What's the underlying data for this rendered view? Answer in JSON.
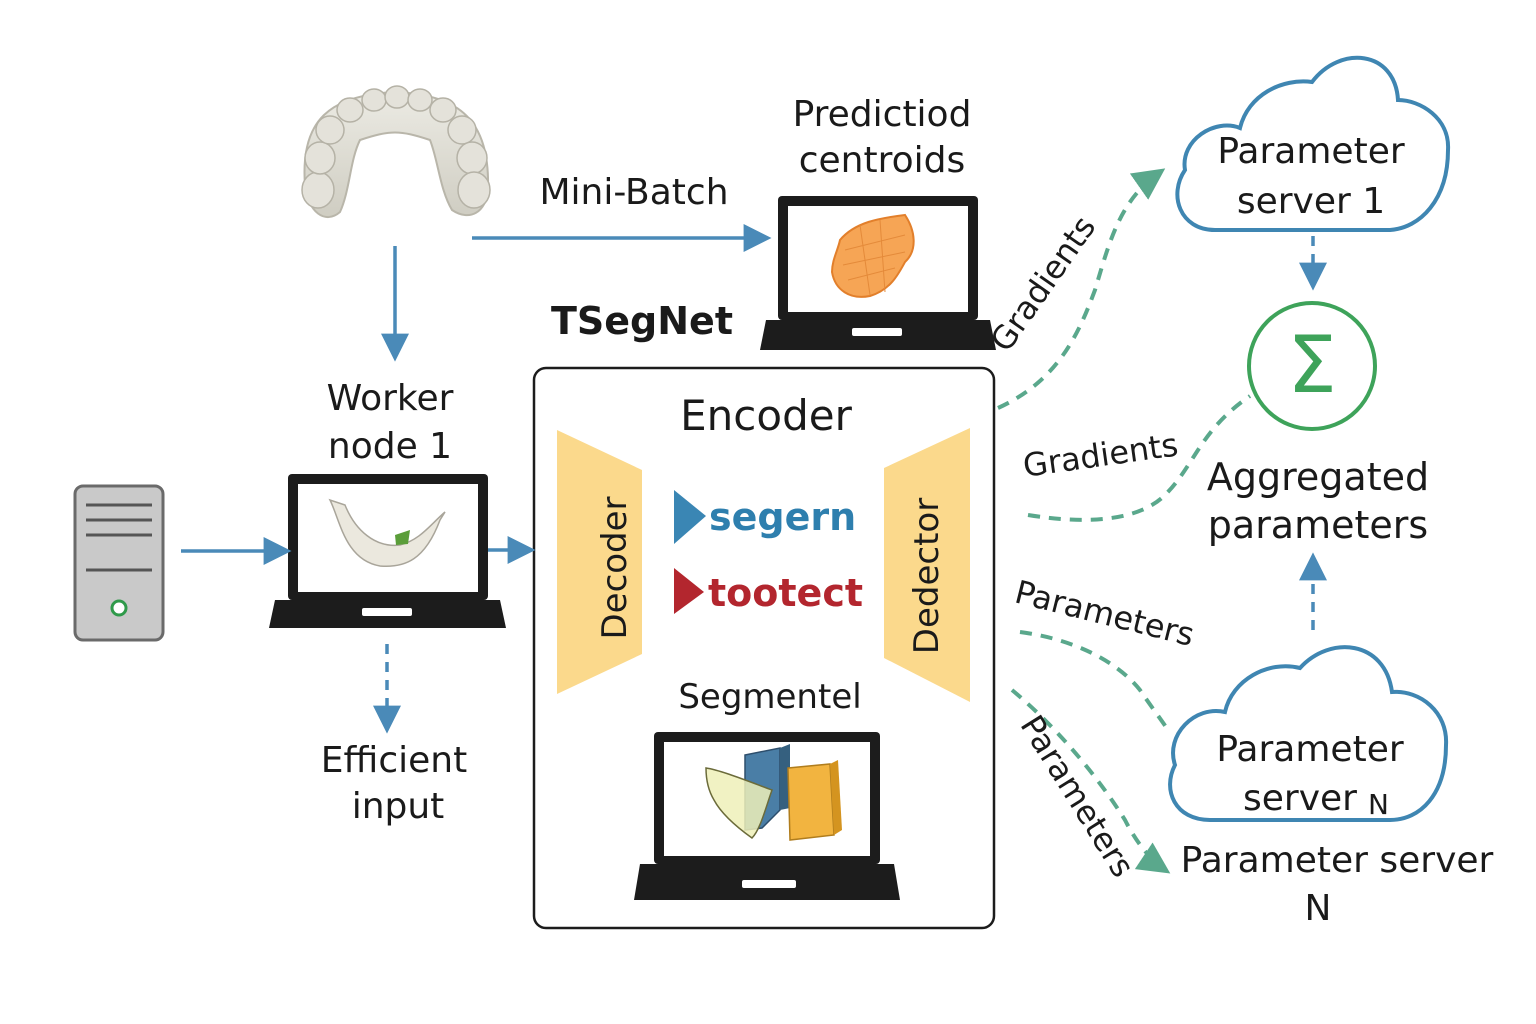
{
  "labels": {
    "mini_batch": "Mini-Batch",
    "prediction_line1": "Predictiod",
    "prediction_line2": "centroids",
    "tsegnet": "TSegNet",
    "worker_line1": "Worker",
    "worker_line2": "node 1",
    "efficient_line1": "Efficient",
    "efficient_line2": "input",
    "encoder": "Encoder",
    "decoder": "Decoder",
    "dedector": "Dedector",
    "segern": "segern",
    "tootect": "tootect",
    "segmentel": "Segmentel",
    "gradients_top": "Gradients",
    "gradients_mid": "Gradients",
    "parameters_mid": "Parameters",
    "parameters_low": "Parameters",
    "ps1_line1": "Parameter",
    "ps1_line2": "server 1",
    "psn_line1": "Parameter",
    "psn_line2": "server",
    "psn_suffix": "N",
    "sigma": "Σ",
    "aggregated_line1": "Aggregated",
    "aggregated_line2": "parameters",
    "psn_bottom_line1": "Parameter server",
    "psn_bottom_line2": "N"
  },
  "colors": {
    "blue_arrow": "#4a8ab8",
    "green_arrow": "#5aa88c",
    "cloud_stroke": "#3f86b2",
    "sigma_green": "#3ea35a",
    "trap_fill": "#fbd98c",
    "segern_blue": "#2e7fae",
    "tootect_red": "#b3262e",
    "laptop_dark": "#1c1c1c"
  },
  "icons": {
    "dental_cast": "teeth-icon",
    "server": "server-tower-icon",
    "laptop": "laptop-icon",
    "cloud": "cloud-icon",
    "sigma": "sigma-icon"
  }
}
